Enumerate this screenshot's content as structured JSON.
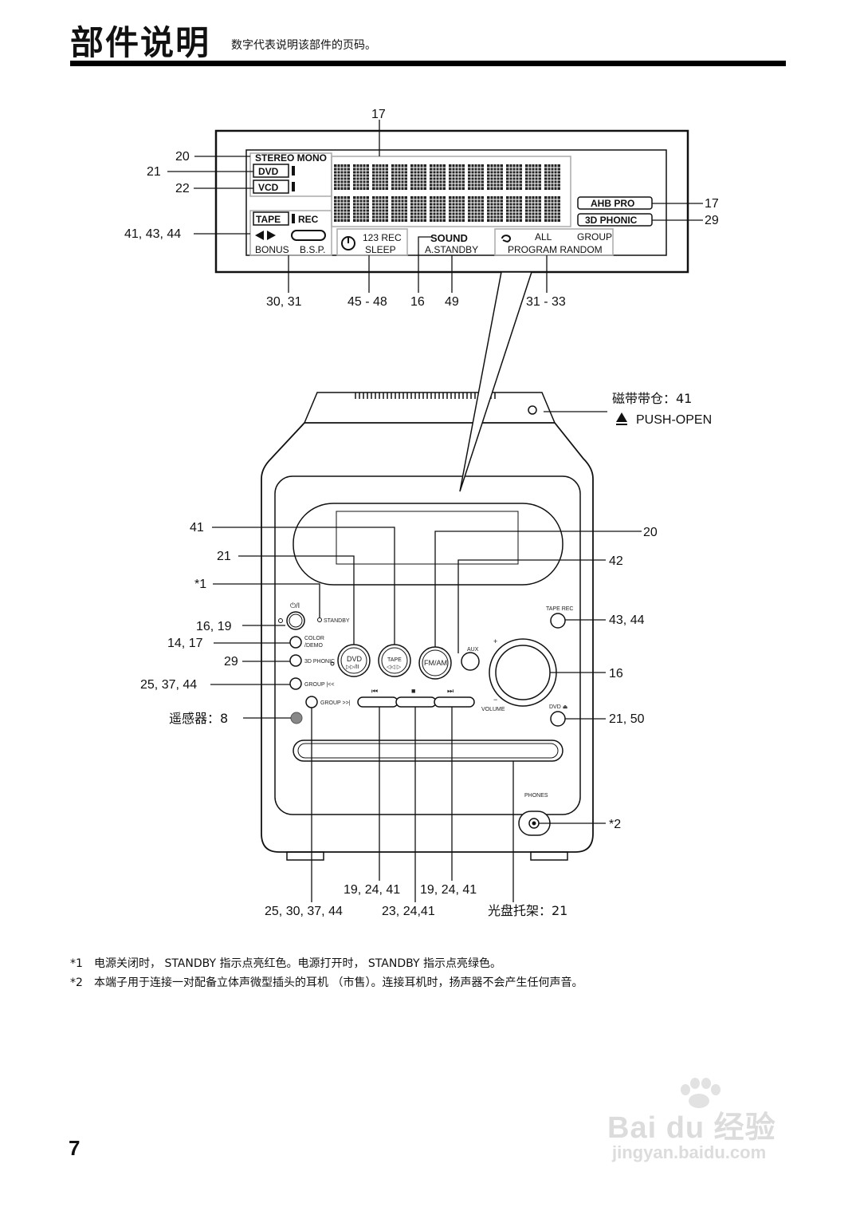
{
  "header": {
    "title": "部件说明",
    "subtitle": "数字代表说明该部件的页码。"
  },
  "display_panel": {
    "indicators": {
      "stereo_mono": "STEREO MONO",
      "dvd": "DVD",
      "vcd": "VCD",
      "tape": "TAPE",
      "rec": "REC",
      "bonus": "BONUS",
      "bsp": "B.S.P.",
      "timer_123_rec": "123  REC",
      "sleep": "SLEEP",
      "sound": "SOUND",
      "a_standby": "A.STANDBY",
      "all": "ALL",
      "group": "GROUP",
      "program_random": "PROGRAM RANDOM",
      "ahb_pro": "AHB PRO",
      "3d_phonic": "3D PHONIC"
    },
    "callouts": {
      "top": "17",
      "stereo_mono": "20",
      "dvd": "21",
      "vcd": "22",
      "tape": "41, 43, 44",
      "ahb_pro": "17",
      "3d_phonic": "29",
      "bonus_bsp": "30, 31",
      "sleep": "45 - 48",
      "sound": "16",
      "a_standby": "49",
      "program": "31 - 33"
    }
  },
  "unit": {
    "tape_compartment": "磁带带仓：41",
    "push_open": "PUSH-OPEN",
    "remote_sensor": "遥感器：8",
    "disc_tray": "光盘托架：21",
    "panel_labels": {
      "power_symbol": "⏻/I",
      "standby": "STANDBY",
      "color_demo_1": "COLOR",
      "color_demo_2": "/DEMO",
      "three_d_phonic": "3D PHONIC",
      "group_prev": "GROUP |<<",
      "group_next": "GROUP >>|",
      "dvd_button": "DVD",
      "dvd_button_sub": "▷▷/II",
      "tape_button": "TAPE",
      "tape_button_sub": "◁◁ ▷",
      "fm_am": "FM/AM",
      "aux": "AUX",
      "tape_rec": "TAPE REC",
      "volume": "VOLUME",
      "plus": "+",
      "minus": "−",
      "dvd_eject": "DVD ⏏",
      "phones": "PHONES",
      "skip_prev": "⏮",
      "stop": "■",
      "skip_next": "⏭"
    },
    "callouts": {
      "tape": "41",
      "dvd": "21",
      "standby": "*1",
      "power": "16, 19",
      "color_demo": "14, 17",
      "three_d_phonic": "29",
      "group_prev": "25, 37, 44",
      "fm_am": "20",
      "aux": "42",
      "tape_rec": "43, 44",
      "volume": "16",
      "dvd_eject": "21, 50",
      "phones": "*2",
      "skip_prev": "19, 24, 41",
      "skip_next": "19, 24, 41",
      "stop": "23, 24,41",
      "group_next": "25, 30, 37, 44"
    }
  },
  "notes": [
    {
      "num": "*1",
      "text": "电源关闭时， STANDBY 指示点亮红色。电源打开时， STANDBY 指示点亮绿色。"
    },
    {
      "num": "*2",
      "text": "本端子用于连接一对配备立体声微型插头的耳机 （市售）。连接耳机时，扬声器不会产生任何声音。"
    }
  ],
  "page_number": "7",
  "watermark": {
    "brand": "Bai du 经验",
    "url": "jingyan.baidu.com"
  }
}
